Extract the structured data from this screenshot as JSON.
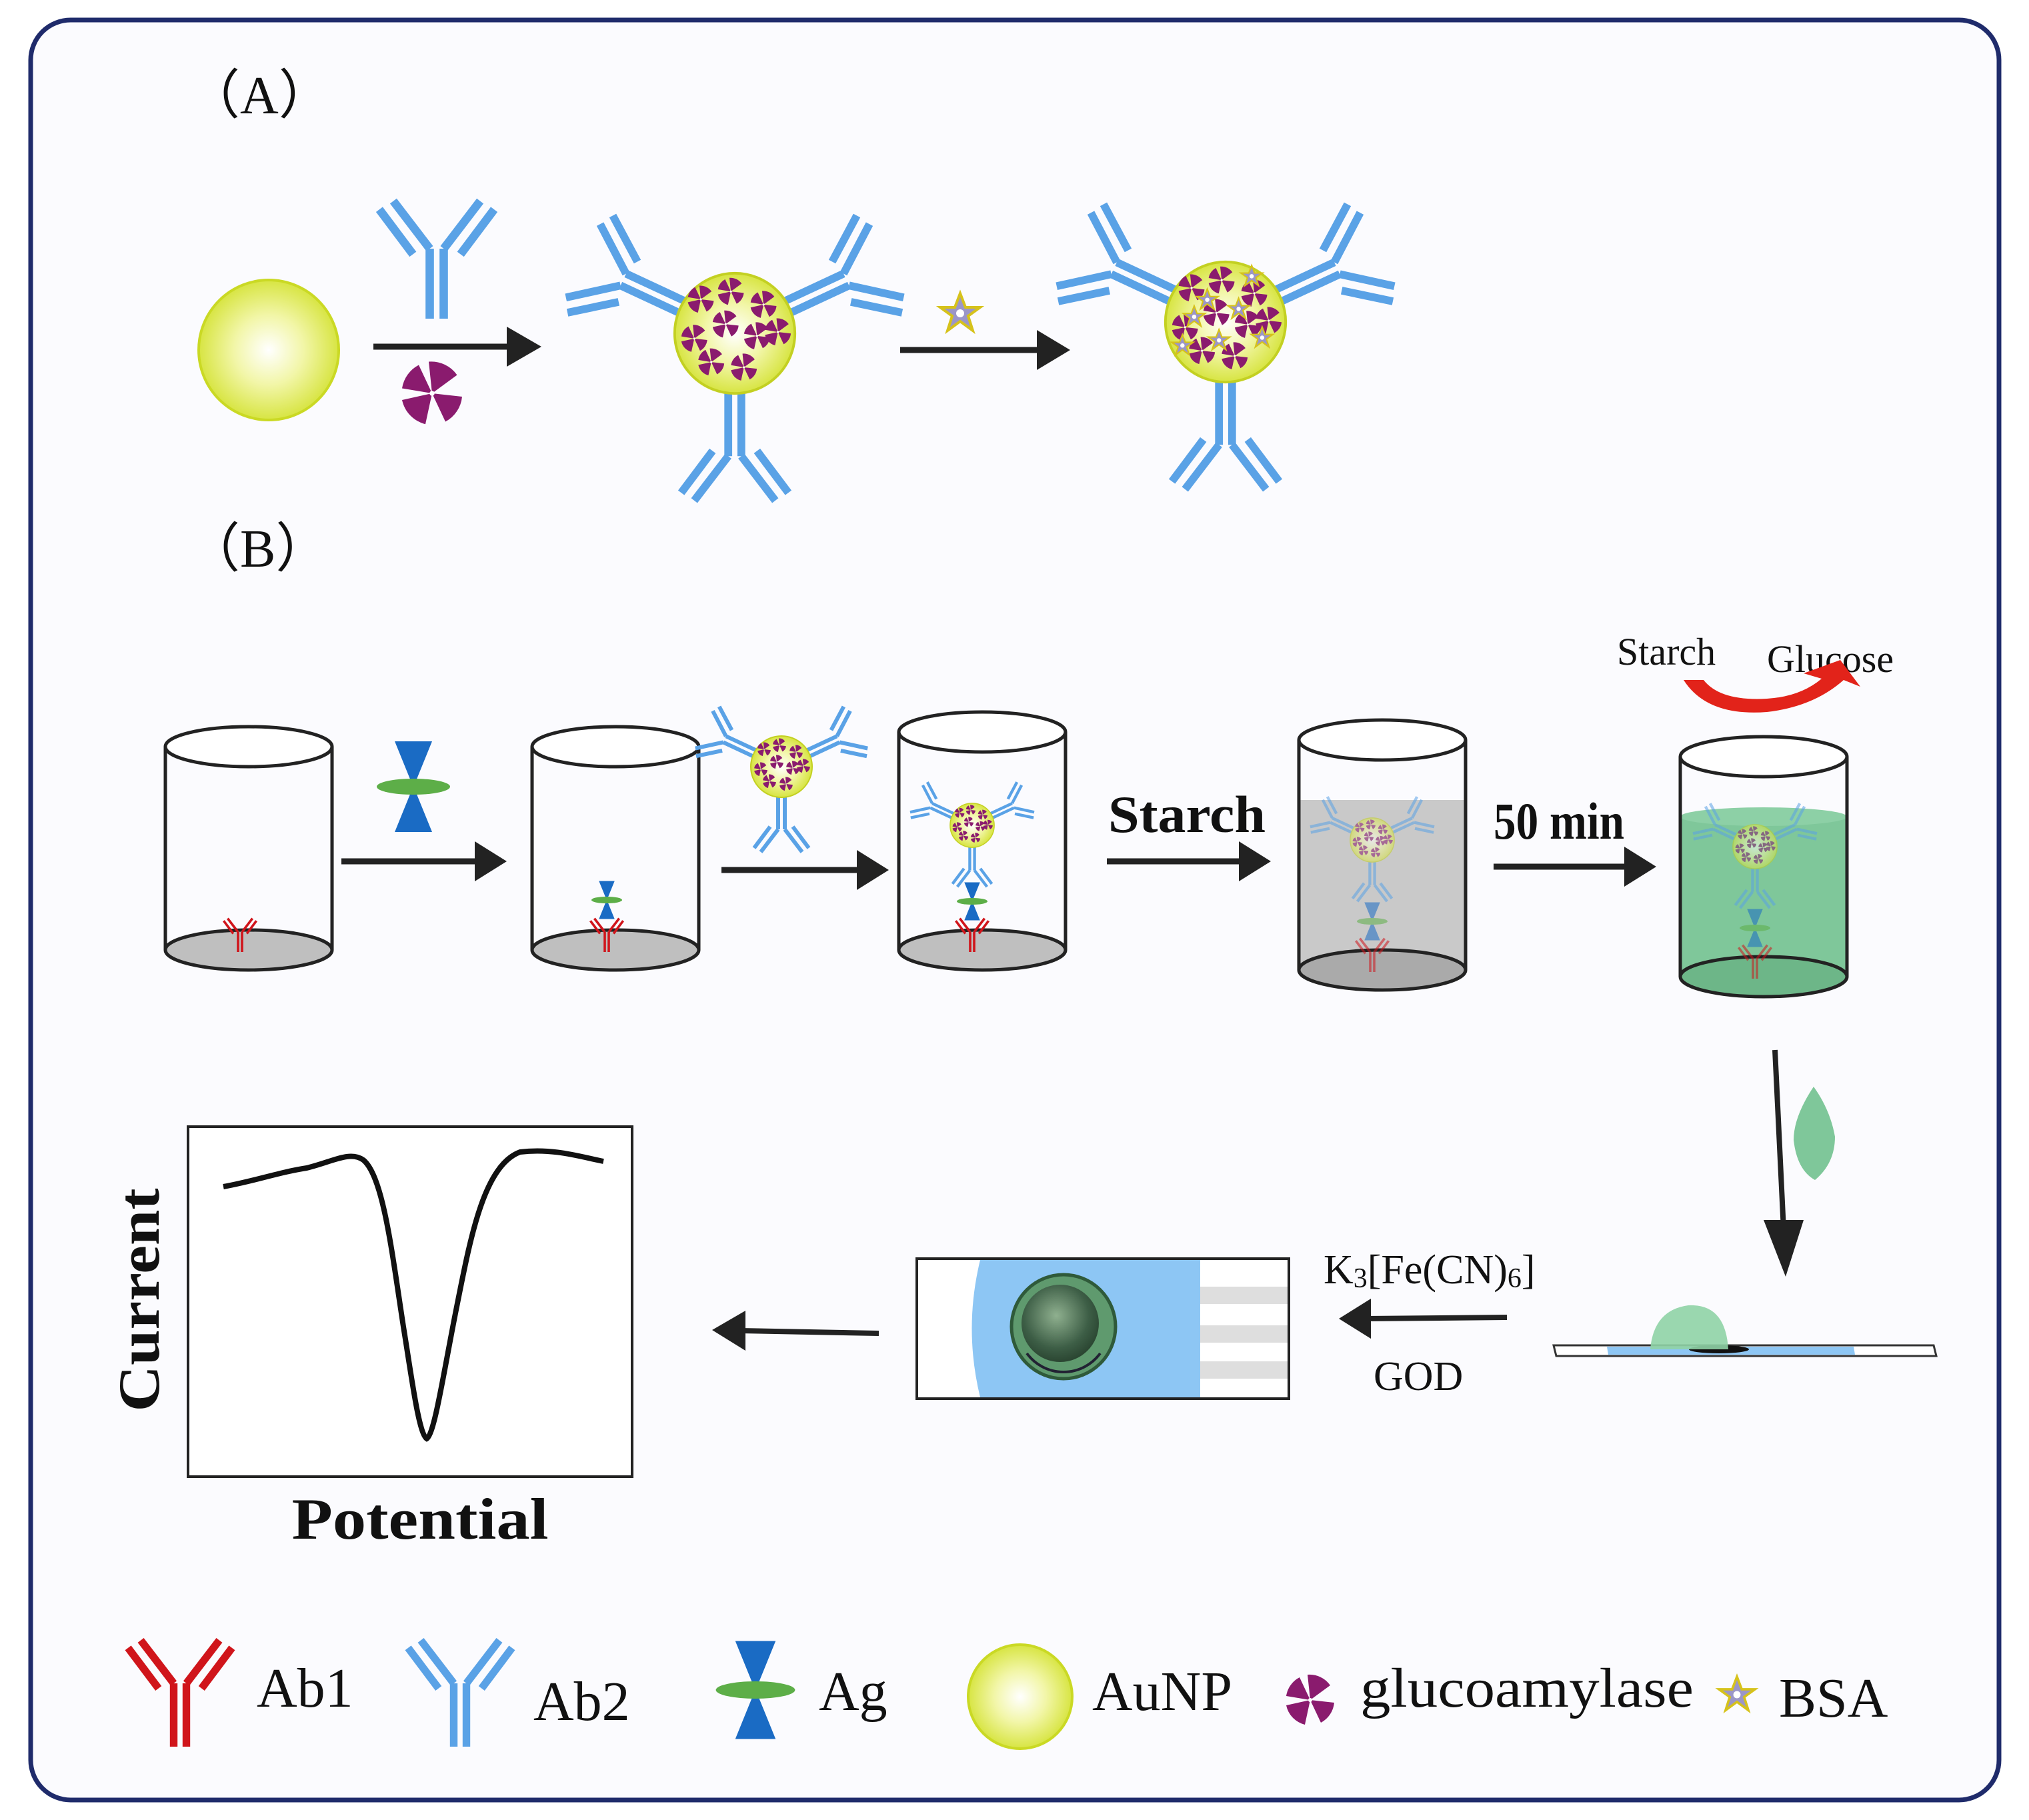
{
  "panels": {
    "a_label": "（A）",
    "b_label": "（B）"
  },
  "steps": {
    "starch": "Starch",
    "time": "50 min",
    "reaction_in": "Starch",
    "reaction_out": "Glucose",
    "reagent": "K3[Fe(CN)6]",
    "enzyme": "GOD"
  },
  "plot": {
    "xlabel": "Potential",
    "ylabel": "Current"
  },
  "legend": {
    "ab1": "Ab1",
    "ab2": "Ab2",
    "ag": "Ag",
    "aunp": "AuNP",
    "glucoamylase": "glucoamylase",
    "bsa": "BSA"
  },
  "colors": {
    "ab1": "#d0151b",
    "ab2": "#5aa2e6",
    "ag_blue": "#1a6bc4",
    "ag_green": "#5dae48",
    "aunp": "#dbe84a",
    "glucoamylase": "#8a1b6e",
    "solution_gray": "#c9c9c9",
    "solution_green": "#7fc79a",
    "strip_blue": "#8dc6f4",
    "reaction_arrow": "#e2231a"
  }
}
